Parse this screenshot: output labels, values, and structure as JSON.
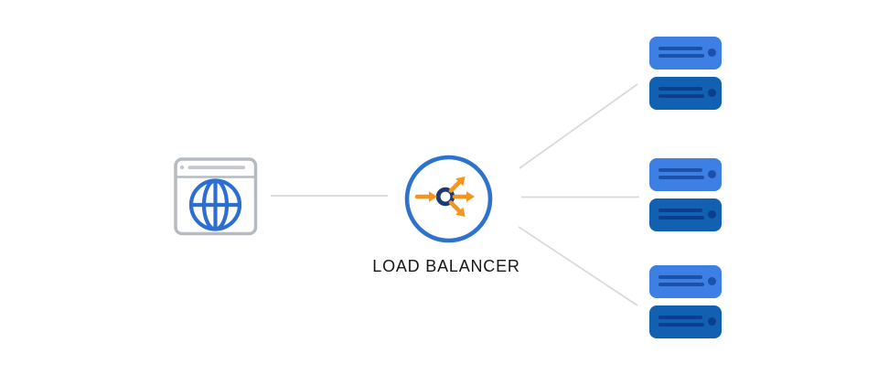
{
  "page": {
    "background": "#ffffff"
  },
  "diagram": {
    "type": "load-balancer-architecture",
    "client_node": {
      "icon": "browser-globe-icon"
    },
    "load_balancer_node": {
      "icon": "load-balancer-arrows-icon",
      "label": "LOAD BALANCER"
    },
    "server_groups": [
      {
        "name": "server-group-1",
        "servers": [
          {
            "variant": "light"
          },
          {
            "variant": "dark"
          }
        ]
      },
      {
        "name": "server-group-2",
        "servers": [
          {
            "variant": "light"
          },
          {
            "variant": "dark"
          }
        ]
      },
      {
        "name": "server-group-3",
        "servers": [
          {
            "variant": "light"
          },
          {
            "variant": "dark"
          }
        ]
      }
    ],
    "connections": [
      {
        "from": "client",
        "to": "load-balancer"
      },
      {
        "from": "load-balancer",
        "to": "server-group-1"
      },
      {
        "from": "load-balancer",
        "to": "server-group-2"
      },
      {
        "from": "load-balancer",
        "to": "server-group-3"
      }
    ],
    "colors": {
      "connector_line": "#d8d8d8",
      "browser_outline": "#b6bbc1",
      "browser_details": "#c4c8cd",
      "globe_blue": "#2c6fd0",
      "lb_circle_blue": "#2d73cd",
      "lb_hub_navy": "#1d3a73",
      "lb_arrow_orange": "#f7941e",
      "server_light": "#3d7fe3",
      "server_dark": "#1160b2",
      "server_detail_light": "#1b51a8",
      "server_detail_dark": "#0b3e8c",
      "label_text": "#161616"
    }
  }
}
